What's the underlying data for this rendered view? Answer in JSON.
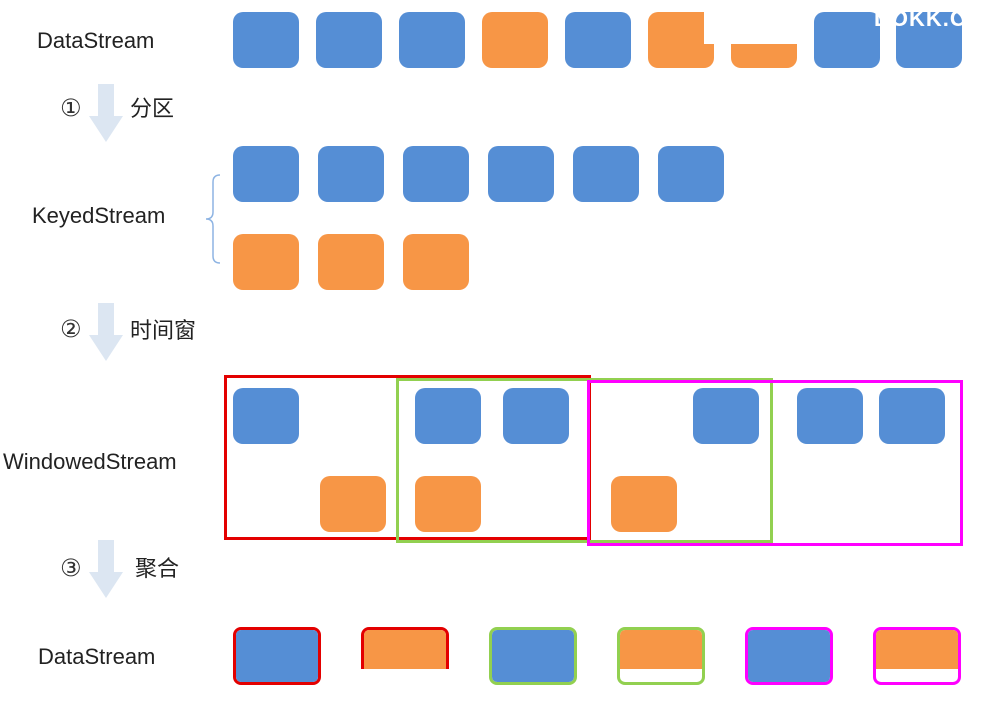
{
  "labels": {
    "datastream_top": "DataStream",
    "keyedstream": "KeyedStream",
    "windowedstream": "WindowedStream",
    "datastream_bottom": "DataStream"
  },
  "steps": [
    {
      "num": "①",
      "text": "分区"
    },
    {
      "num": "②",
      "text": "时间窗"
    },
    {
      "num": "③",
      "text": "聚合"
    }
  ],
  "watermark_text": "DOKK.C",
  "colors": {
    "blue": "#558ed5",
    "orange": "#f79646",
    "arrow": "#dce6f2",
    "red": "#e30000",
    "green": "#92d050",
    "magenta": "#ff00ff"
  },
  "datastream_sequence": [
    "blue",
    "blue",
    "blue",
    "orange",
    "blue",
    "orange",
    "orange",
    "blue",
    "blue"
  ],
  "keyed_partitions": [
    {
      "key": "blue",
      "count": 6
    },
    {
      "key": "orange",
      "count": 3
    }
  ],
  "windows": [
    {
      "color": "red"
    },
    {
      "color": "green"
    },
    {
      "color": "magenta"
    }
  ],
  "aggregated_results": [
    {
      "window": "red",
      "key": "blue"
    },
    {
      "window": "red",
      "key": "orange"
    },
    {
      "window": "green",
      "key": "blue"
    },
    {
      "window": "green",
      "key": "orange"
    },
    {
      "window": "magenta",
      "key": "blue"
    },
    {
      "window": "magenta",
      "key": "orange"
    }
  ]
}
